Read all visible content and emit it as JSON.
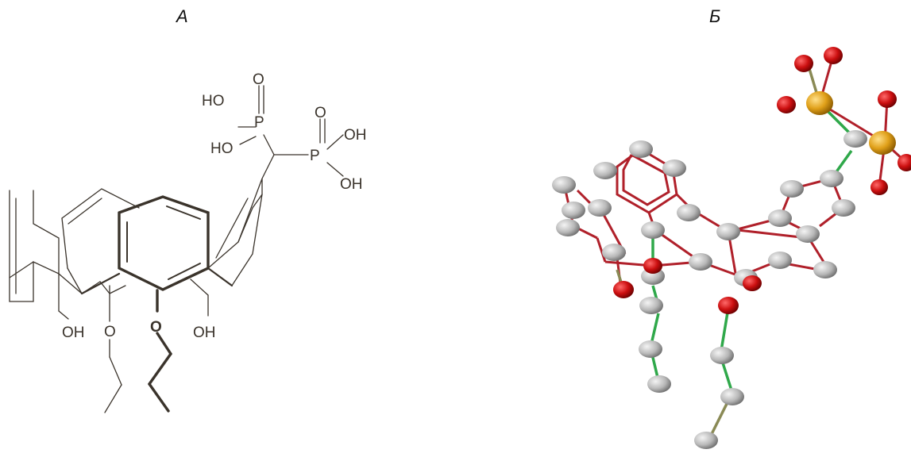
{
  "panels": {
    "a": {
      "label": "A"
    },
    "b": {
      "label": "Б"
    }
  },
  "structure_labels": {
    "ho_top": "HO",
    "ho_mid": "HO",
    "o_top_left": "O",
    "o_top_right": "O",
    "p_left": "P",
    "p_right": "P",
    "oh_right_top": "OH",
    "oh_right_bottom": "OH",
    "oh_left_bottom": "OH",
    "oh_right_bottom2": "OH",
    "o_ether_left": "O",
    "o_ether_center": "O"
  },
  "colors": {
    "bond": "#3a332b",
    "stick_red": "#b0202a",
    "stick_green": "#2fa84a",
    "atom_carbon": "#b8b8b8",
    "atom_oxygen": "#cc0f10",
    "atom_phosphorus": "#e0a019"
  }
}
